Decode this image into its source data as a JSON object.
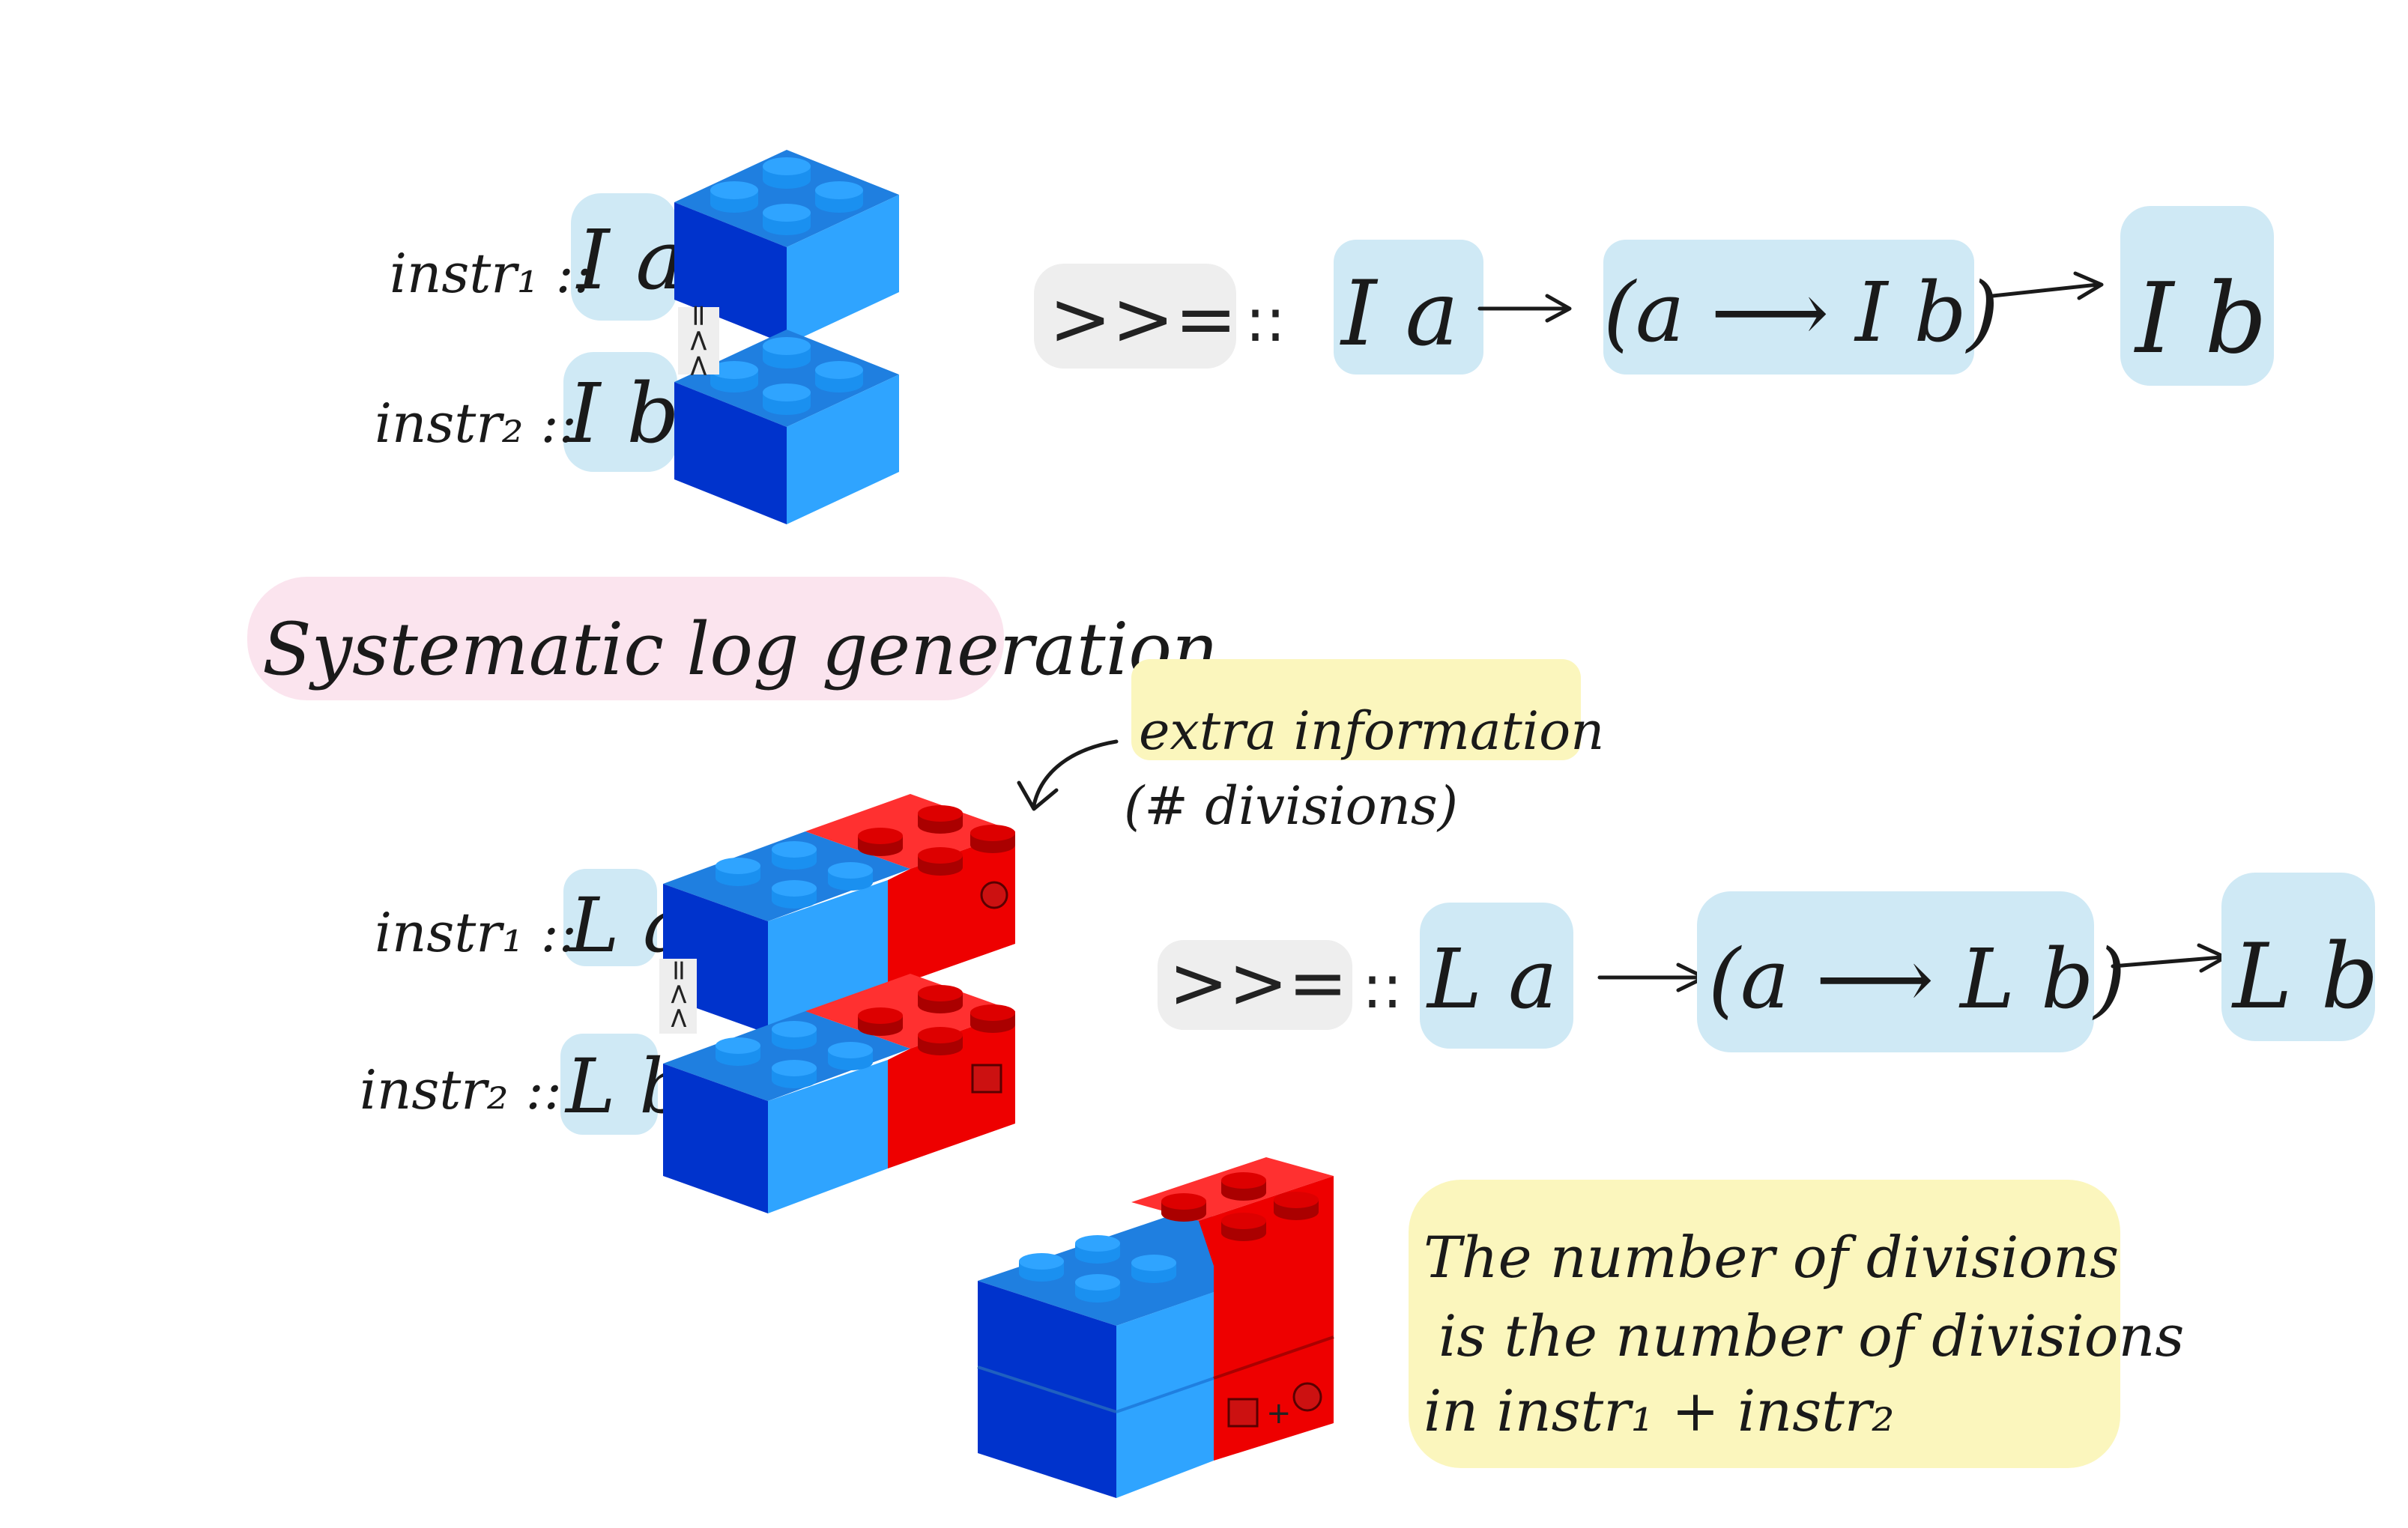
{
  "colors": {
    "highlight_blue": "#cfe9f5",
    "highlight_gray": "#eeeeee",
    "highlight_pink": "#fbe4ee",
    "highlight_yellow": "#fbf6bd",
    "brick_blue_top": "#1f7fe0",
    "brick_blue_left": "#0033cc",
    "brick_blue_right": "#2fa4ff",
    "brick_red_top": "#e80000",
    "brick_red_left": "#ff0000",
    "brick_red_right": "#dd0000",
    "ink": "#1a1a1a"
  },
  "top": {
    "instr1_label": "instr₁ ::",
    "instr1_type": "I a",
    "instr2_label": "instr₂ ::",
    "instr2_type": "I b",
    "bind_op": ">>=",
    "sig_sep": "::",
    "sig_a": "I a",
    "sig_func": "(a ⟶ I b)",
    "sig_result": "I b",
    "bind_mark": ">>="
  },
  "section_title": "Systematic log generation",
  "bottom": {
    "extra_info_line1": "extra information",
    "extra_info_line2": "(# divisions)",
    "instr1_label": "instr₁ ::",
    "instr1_type": "L a",
    "instr2_label": "instr₂ ::",
    "instr2_type": "L b",
    "bind_op": ">>=",
    "sig_sep": "::",
    "sig_a": "L a",
    "sig_func": "(a ⟶ L b)",
    "sig_result": "L b",
    "bind_mark": ">>=",
    "combined_mark": "+"
  },
  "note": {
    "line1": "The number of divisions",
    "line2": "is the number of divisions",
    "line3": "in instr₁ + instr₂"
  }
}
